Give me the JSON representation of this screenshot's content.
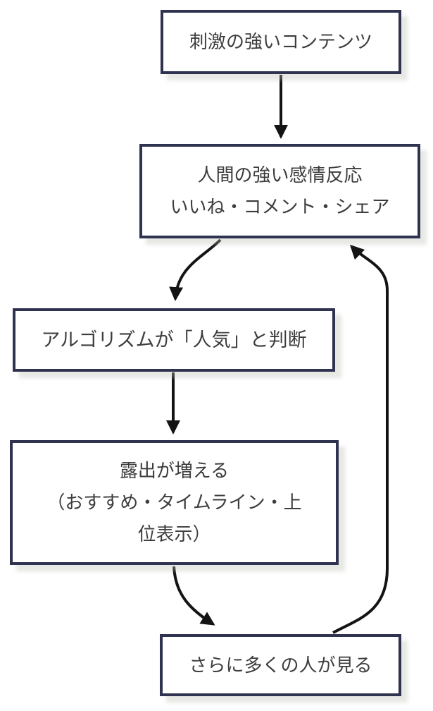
{
  "diagram": {
    "type": "flowchart",
    "direction": "top-to-bottom",
    "boxes": [
      {
        "id": "stimulating-content",
        "lines": [
          "刺激の強いコンテンツ"
        ]
      },
      {
        "id": "emotional-reaction",
        "lines": [
          "人間の強い感情反応",
          "いいね・コメント・シェア"
        ]
      },
      {
        "id": "algorithm-popular",
        "lines": [
          "アルゴリズムが「人気」と判断"
        ]
      },
      {
        "id": "exposure-increases",
        "lines": [
          "露出が増える",
          "（おすすめ・タイムライン・上",
          "位表示）"
        ]
      },
      {
        "id": "more-people-see",
        "lines": [
          "さらに多くの人が見る"
        ]
      }
    ],
    "edges": [
      {
        "from": "stimulating-content",
        "to": "emotional-reaction",
        "style": "straight"
      },
      {
        "from": "emotional-reaction",
        "to": "algorithm-popular",
        "style": "curved"
      },
      {
        "from": "algorithm-popular",
        "to": "exposure-increases",
        "style": "straight"
      },
      {
        "from": "exposure-increases",
        "to": "more-people-see",
        "style": "curved"
      },
      {
        "from": "more-people-see",
        "to": "emotional-reaction",
        "style": "curved",
        "type": "feedback-loop"
      }
    ],
    "colors": {
      "box_border": "#2f3350",
      "box_fill": "#ffffff",
      "arrow": "#141414",
      "text": "#3d3d3d",
      "background": "#ffffff"
    }
  }
}
